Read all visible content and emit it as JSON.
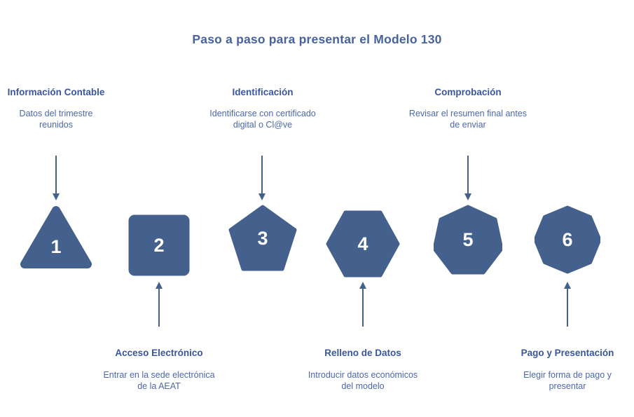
{
  "title": "Paso a paso para presentar el Modelo 130",
  "colors": {
    "title": "#47629E",
    "heading": "#3A56A0",
    "body": "#4B67AF",
    "shape": "#44618E",
    "arrow": "#44618E",
    "number": "#FFFFFF"
  },
  "steps": [
    {
      "number": "1",
      "shape": "triangle",
      "label_position": "top",
      "heading": "Información Contable",
      "description": "Datos del trimestre reunidos"
    },
    {
      "number": "2",
      "shape": "square",
      "label_position": "bottom",
      "heading": "Acceso Electrónico",
      "description": "Entrar en la sede electrónica de la AEAT"
    },
    {
      "number": "3",
      "shape": "pentagon",
      "label_position": "top",
      "heading": "Identificación",
      "description": "Identificarse con certificado digital o Cl@ve"
    },
    {
      "number": "4",
      "shape": "hexagon",
      "label_position": "bottom",
      "heading": "Relleno de Datos",
      "description": "Introducir datos económicos del modelo"
    },
    {
      "number": "5",
      "shape": "heptagon",
      "label_position": "top",
      "heading": "Comprobación",
      "description": "Revisar el resumen final antes de enviar"
    },
    {
      "number": "6",
      "shape": "octagon",
      "label_position": "bottom",
      "heading": "Pago y Presentación",
      "description": "Elegir forma de pago y presentar"
    }
  ]
}
